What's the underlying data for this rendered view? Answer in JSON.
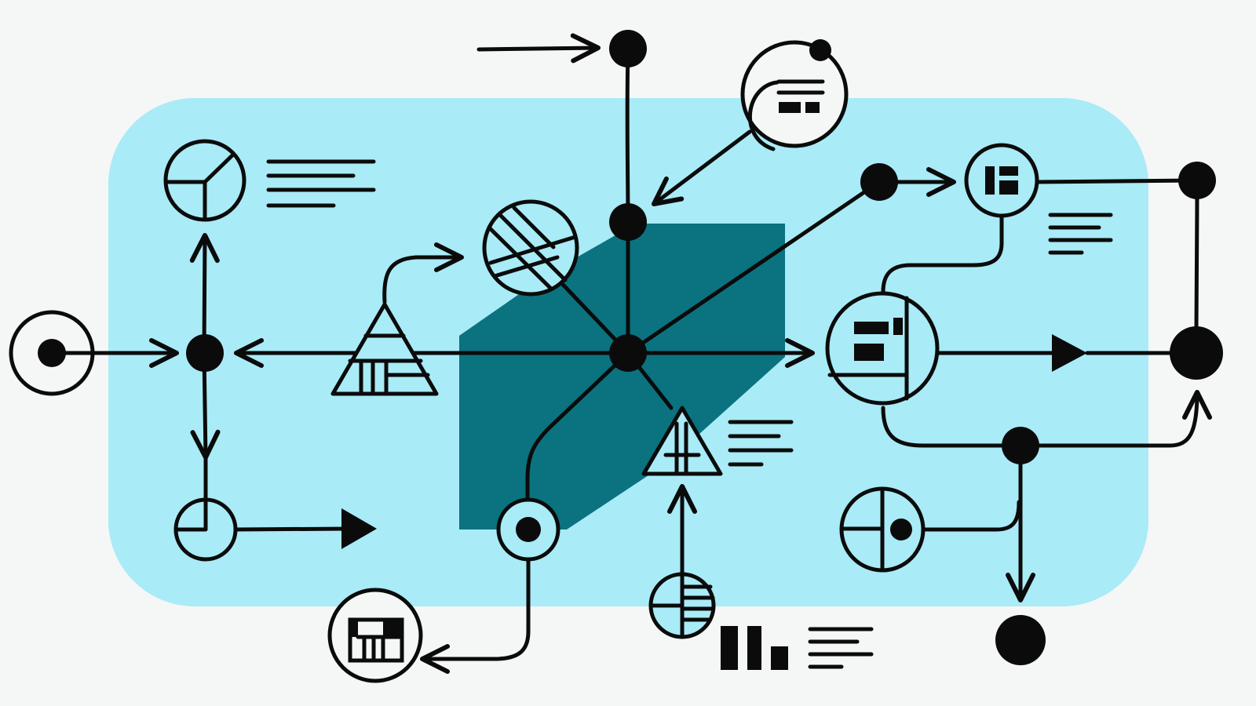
{
  "diagram": {
    "nodes": [
      {
        "id": "start-node",
        "shape": "ring-with-dot"
      },
      {
        "id": "hub-left",
        "shape": "filled-dot"
      },
      {
        "id": "pie-node-top-left",
        "shape": "circle-chart"
      },
      {
        "id": "pie-node-bottom-left",
        "shape": "circle-chart"
      },
      {
        "id": "pyramid-left",
        "shape": "triangle"
      },
      {
        "id": "x-circle-node",
        "shape": "circle-hatched"
      },
      {
        "id": "top-dot",
        "shape": "filled-dot"
      },
      {
        "id": "center-top-dot",
        "shape": "filled-dot"
      },
      {
        "id": "center-hub",
        "shape": "filled-dot"
      },
      {
        "id": "document-circle",
        "shape": "circle-document"
      },
      {
        "id": "right-top-dot",
        "shape": "filled-dot"
      },
      {
        "id": "grid-circle-small",
        "shape": "circle-grid"
      },
      {
        "id": "far-right-top-dot",
        "shape": "filled-dot"
      },
      {
        "id": "grid-circle-large",
        "shape": "circle-grid"
      },
      {
        "id": "far-right-hub",
        "shape": "filled-dot"
      },
      {
        "id": "lower-right-dot",
        "shape": "filled-dot"
      },
      {
        "id": "end-dot",
        "shape": "filled-dot"
      },
      {
        "id": "target-circle-right",
        "shape": "circle-chart"
      },
      {
        "id": "ring-node-bottom",
        "shape": "ring-with-dot"
      },
      {
        "id": "pyramid-center",
        "shape": "triangle"
      },
      {
        "id": "stripe-circle",
        "shape": "circle-striped"
      },
      {
        "id": "chart-circle-bottom",
        "shape": "circle-chart"
      },
      {
        "id": "bar-chart-icon",
        "shape": "bars"
      }
    ],
    "colors": {
      "panel": "#a9ebf7",
      "cube": "#0a737f",
      "ink": "#0b0b0b",
      "background": "#f5f6f6"
    }
  }
}
